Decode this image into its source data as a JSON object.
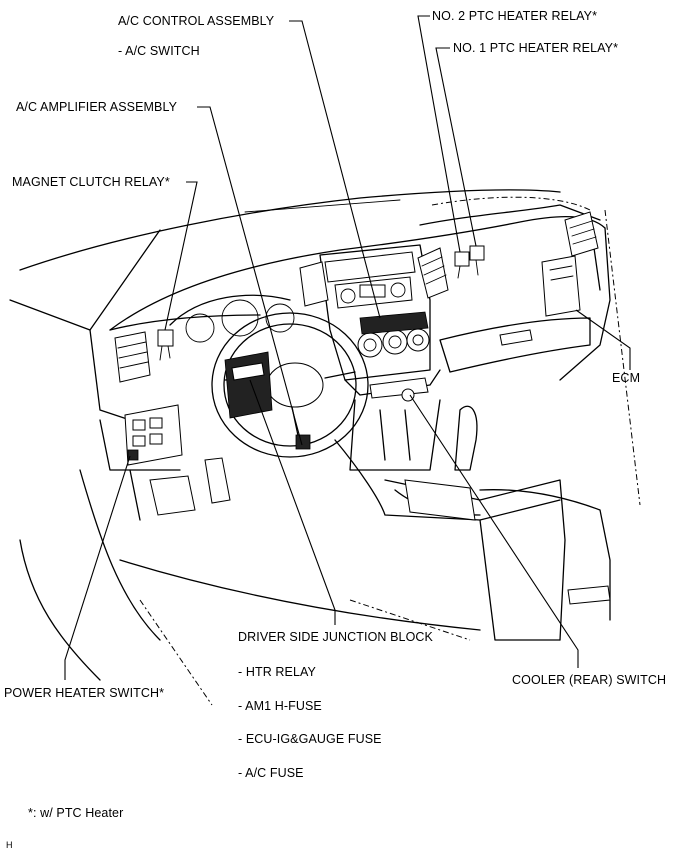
{
  "labels": {
    "ac_control": "A/C CONTROL ASSEMBLY",
    "ac_switch": "- A/C SWITCH",
    "ac_amplifier": "A/C AMPLIFIER ASSEMBLY",
    "magnet_clutch": "MAGNET CLUTCH RELAY*",
    "ptc2": "NO. 2 PTC HEATER RELAY*",
    "ptc1": "NO. 1 PTC HEATER RELAY*",
    "ecm": "ECM",
    "cooler_rear": "COOLER (REAR) SWITCH",
    "dsjb": "DRIVER SIDE JUNCTION BLOCK",
    "htr_relay": "- HTR RELAY",
    "am1": "- AM1 H-FUSE",
    "ecu_ig": "- ECU-IG&GAUGE FUSE",
    "ac_fuse": "- A/C FUSE",
    "power_heater": "POWER HEATER SWITCH*",
    "footnote": "*: w/ PTC Heater",
    "code": "H"
  }
}
